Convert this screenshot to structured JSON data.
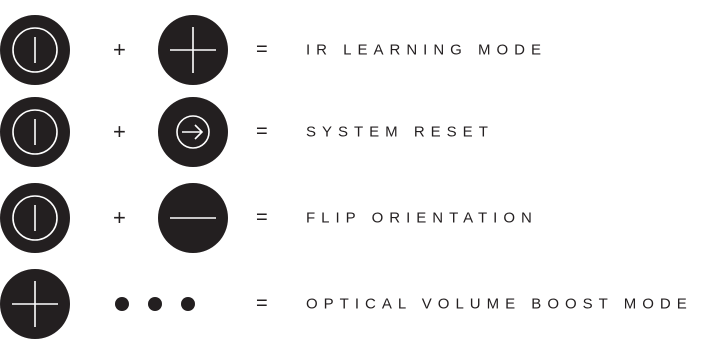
{
  "combos": [
    {
      "button_a": "power-icon",
      "operator": "+",
      "button_b": "plus-icon",
      "equals": "=",
      "label": "IR LEARNING MODE"
    },
    {
      "button_a": "power-icon",
      "operator": "+",
      "button_b": "input-arrow-icon",
      "equals": "=",
      "label": "SYSTEM RESET"
    },
    {
      "button_a": "power-icon",
      "operator": "+",
      "button_b": "minus-icon",
      "equals": "=",
      "label": "FLIP ORIENTATION"
    },
    {
      "button_a": "plus-icon",
      "presses": 3,
      "equals": "=",
      "label": "OPTICAL VOLUME BOOST MODE"
    }
  ],
  "colors": {
    "button": "#231f20",
    "glyph": "#ffffff",
    "text": "#231f20"
  }
}
